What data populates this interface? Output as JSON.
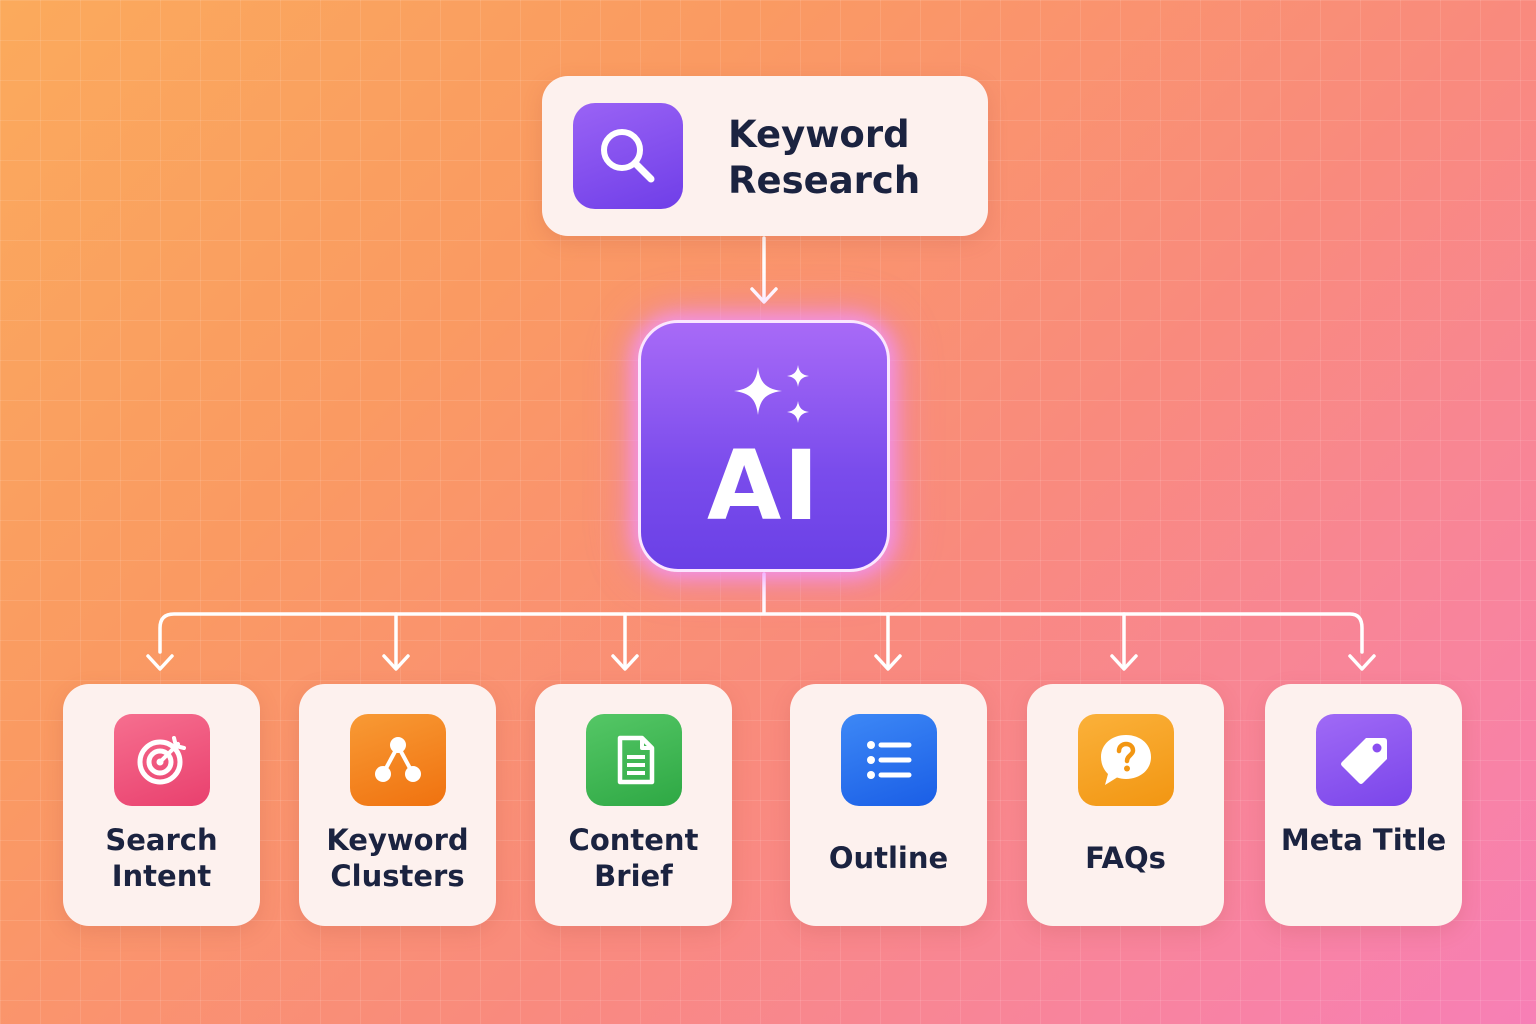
{
  "top_node": {
    "label": "Keyword Research",
    "icon": "search-icon",
    "color": "#7b47ee"
  },
  "center_node": {
    "label": "AI",
    "icon": "sparkles-icon"
  },
  "outputs": [
    {
      "label": "Search Intent",
      "icon": "target-icon",
      "color": "#f0507e"
    },
    {
      "label": "Keyword Clusters",
      "icon": "cluster-icon",
      "color": "#f47d1a"
    },
    {
      "label": "Content Brief",
      "icon": "document-icon",
      "color": "#3bb64f"
    },
    {
      "label": "Outline",
      "icon": "list-icon",
      "color": "#1f6ef0"
    },
    {
      "label": "FAQs",
      "icon": "question-bubble-icon",
      "color": "#f5a21c"
    },
    {
      "label": "Meta Title",
      "icon": "tag-icon",
      "color": "#8a4ef0"
    }
  ]
}
